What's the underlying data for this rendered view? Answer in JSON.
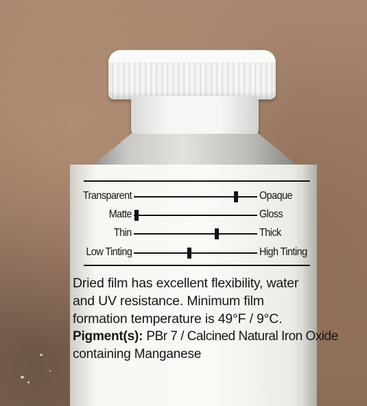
{
  "scales": [
    {
      "left": "Transparent",
      "right": "Opaque",
      "level": 0.83
    },
    {
      "left": "Matte",
      "right": "Gloss",
      "level": 0.02
    },
    {
      "left": "Thin",
      "right": "Thick",
      "level": 0.67
    },
    {
      "left": "Low Tinting",
      "right": "High Tinting",
      "level": 0.45
    }
  ],
  "description": {
    "line1": "Dried film has excellent flexibility, water",
    "line2": "and UV resistance. Minimum film",
    "line3": "formation temperature is 49°F / 9°C."
  },
  "pigment": {
    "label": "Pigment(s):",
    "value": "PBr 7 / Calcined Natural Iron Oxide",
    "value2": "containing Manganese"
  },
  "colors": {
    "background": "#9a7a62",
    "cap": "#f4f4f2",
    "label": "#fbfaf7",
    "ink": "#141414"
  }
}
